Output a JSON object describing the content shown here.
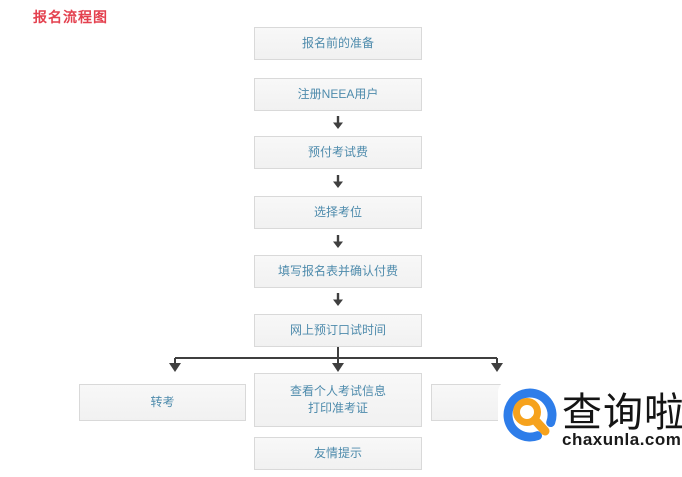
{
  "page": {
    "title": "报名流程图"
  },
  "colors": {
    "title_red": "#e4414f",
    "box_text_blue": "#4e8bac",
    "box_background": "#f4f4f4",
    "box_border": "#d9d9d9",
    "connector_gray": "#3f3f3f",
    "logo_blue": "#2e7de9",
    "logo_orange": "#f6a21d"
  },
  "flow": {
    "steps": [
      {
        "label": "报名前的准备"
      },
      {
        "label": "注册NEEA用户"
      },
      {
        "label": "预付考试费"
      },
      {
        "label": "选择考位"
      },
      {
        "label": "填写报名表并确认付费"
      },
      {
        "label": "网上预订口试时间"
      }
    ],
    "arrow_icon": "arrow-down-icon",
    "branch_row": {
      "left": {
        "label": "转考"
      },
      "center": {
        "label_line1": "查看个人考试信息",
        "label_line2": "打印准考证"
      },
      "right": {
        "label": ""
      }
    },
    "footer_step": {
      "label": "友情提示"
    }
  },
  "watermark": {
    "brand": "查询啦",
    "domain": "chaxunla.com",
    "icon": "magnifier-logo-icon"
  }
}
